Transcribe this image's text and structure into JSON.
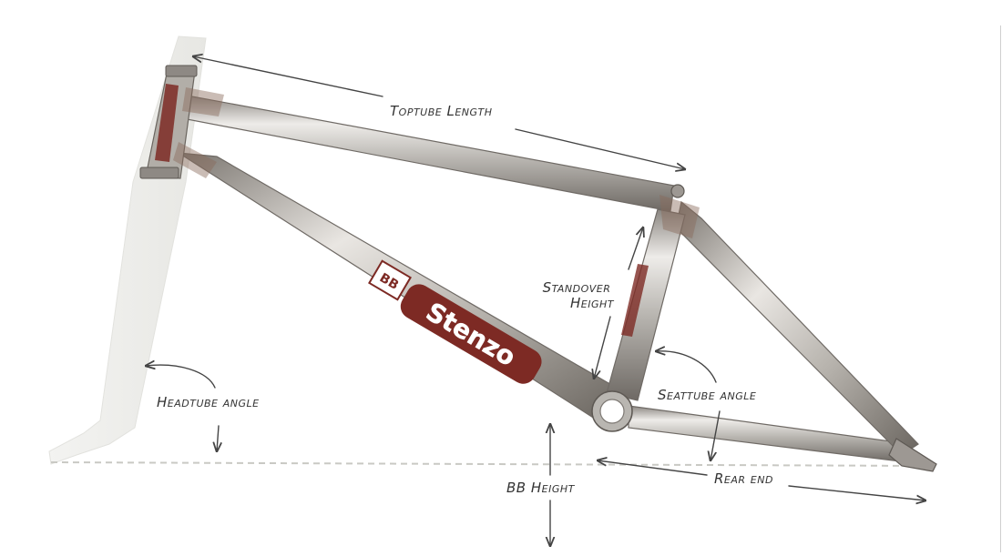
{
  "labels": {
    "toptube_length": "Toptube Length",
    "standover_height_line1": "Standover",
    "standover_height_line2": "Height",
    "headtube_angle": "Headtube angle",
    "seattube_angle": "Seattube angle",
    "bb_height": "BB Height",
    "rear_end": "Rear end"
  },
  "decal": {
    "brand_text": "Stenzo",
    "badge_text": "BB"
  },
  "colors": {
    "frame_chrome": "#b9b6b1",
    "frame_shadow": "#7d7873",
    "frame_highlight": "#f1efec",
    "weld_heat": "#8a6a5a",
    "fork_ghost": "#eeeeeb",
    "decal_maroon": "#7d2a24",
    "annotation_line": "#444444",
    "ground_line": "#c9c9c4"
  }
}
